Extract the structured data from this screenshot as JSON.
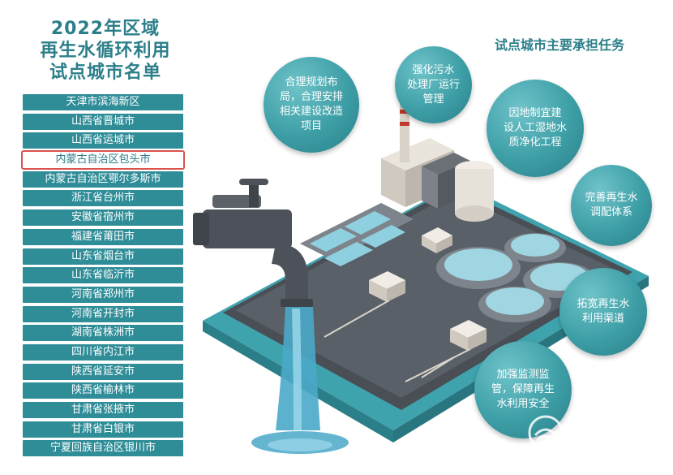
{
  "title": {
    "line1": "2022年区域",
    "line2": "再生水循环利用",
    "line3": "试点城市名单"
  },
  "cities": [
    {
      "name": "天津市滨海新区"
    },
    {
      "name": "山西省晋城市"
    },
    {
      "name": "山西省运城市"
    },
    {
      "name": "内蒙古自治区包头市",
      "highlighted": true
    },
    {
      "name": "内蒙古自治区鄂尔多斯市"
    },
    {
      "name": "浙江省台州市"
    },
    {
      "name": "安徽省宿州市"
    },
    {
      "name": "福建省莆田市"
    },
    {
      "name": "山东省烟台市"
    },
    {
      "name": "山东省临沂市"
    },
    {
      "name": "河南省郑州市"
    },
    {
      "name": "河南省开封市"
    },
    {
      "name": "湖南省株洲市"
    },
    {
      "name": "四川省内江市"
    },
    {
      "name": "陕西省延安市"
    },
    {
      "name": "陕西省榆林市"
    },
    {
      "name": "甘肃省张掖市"
    },
    {
      "name": "甘肃省白银市"
    },
    {
      "name": "宁夏回族自治区银川市"
    }
  ],
  "tasks_title": "试点城市主要承担任务",
  "tasks": [
    {
      "text": "合理规划布\n局，合理安排\n相关建设改造\n项目"
    },
    {
      "text": "强化污水\n处理厂运行\n管理"
    },
    {
      "text": "因地制宜建\n设人工湿地水\n质净化工程"
    },
    {
      "text": "完善再生水\n调配体系"
    },
    {
      "text": "拓宽再生水\n利用渠道"
    },
    {
      "text": "加强监测监\n管，保障再生\n水利用安全"
    }
  ],
  "colors": {
    "primary": "#2f8d98",
    "title": "#2c7f8a",
    "highlight_border": "#d9534f",
    "water": "#4aa8c9"
  }
}
